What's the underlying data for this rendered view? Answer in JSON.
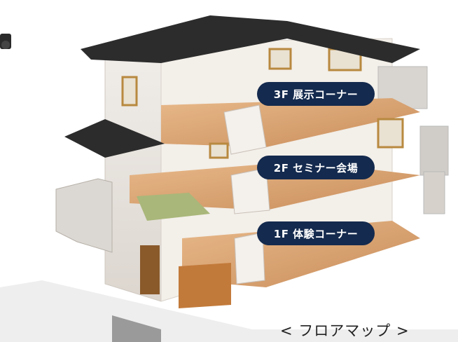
{
  "floors": [
    {
      "label": "3F 展示コーナー"
    },
    {
      "label": "2F セミナー会場"
    },
    {
      "label": "1F 体験コーナー"
    }
  ],
  "caption": "< フロアマップ >",
  "colors": {
    "label_bg": "#142a4e",
    "roof": "#2c2c2c",
    "wall": "#e9e4df",
    "floor_wood": "#d9a574"
  },
  "icons": [
    "camera-icon"
  ]
}
